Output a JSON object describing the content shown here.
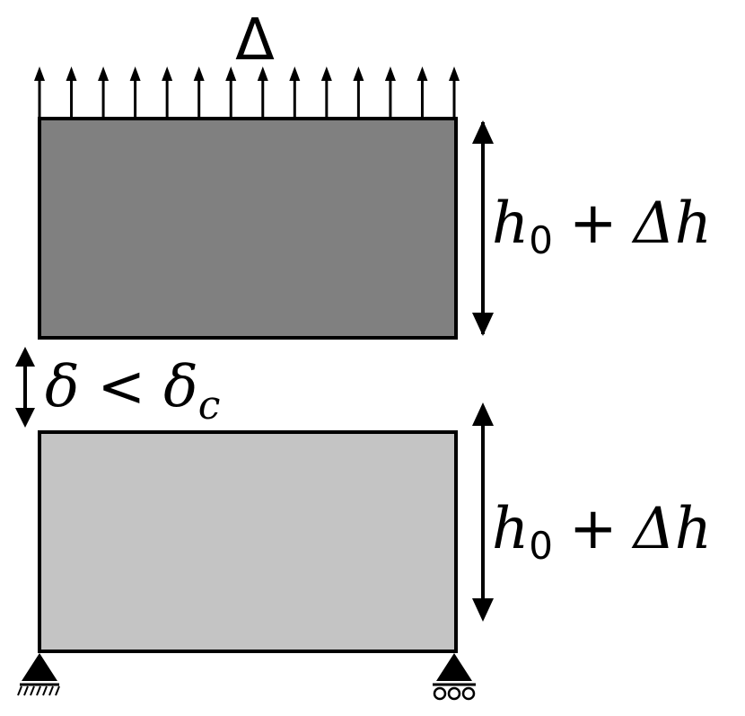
{
  "labels": {
    "top_load": "Δ",
    "upper_height": {
      "var": "h",
      "sub": "0",
      "op": "+",
      "delta": "Δ",
      "var2": "h"
    },
    "lower_height": {
      "var": "h",
      "sub": "0",
      "op": "+",
      "delta": "Δ",
      "var2": "h"
    },
    "gap": {
      "var": "δ",
      "op": "<",
      "var2": "δ",
      "sub": "c"
    }
  },
  "colors": {
    "upper_block": "#808080",
    "lower_block": "#c4c4c4",
    "stroke": "#000000"
  },
  "load": {
    "arrow_count": 14
  },
  "supports": {
    "left": "pin-support-icon",
    "right": "roller-support-icon"
  }
}
